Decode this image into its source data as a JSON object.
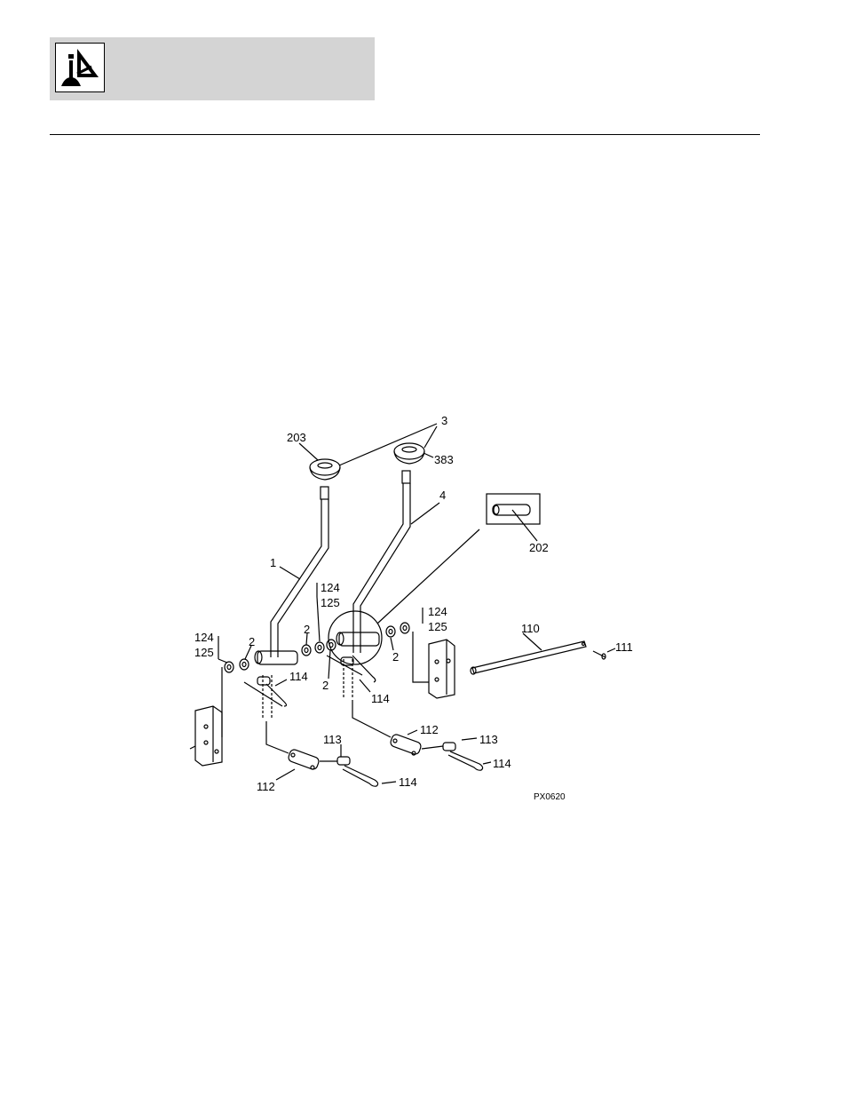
{
  "header": {
    "icon": "joystick-control-icon",
    "band_color": "#d4d4d4"
  },
  "diagram": {
    "figure_code": "PX0620",
    "callouts": {
      "c203": "203",
      "c3": "3",
      "c383": "383",
      "c4": "4",
      "c202": "202",
      "c1": "1",
      "c124a": "124",
      "c125a": "125",
      "c124b": "124",
      "c125b": "125",
      "c2a": "2",
      "c2b": "2",
      "c2c": "2",
      "c2d": "2",
      "c124c": "124",
      "c125c": "125",
      "c110": "110",
      "c111": "111",
      "c114a": "114",
      "c114b": "114",
      "c112a": "112",
      "c113a": "113",
      "c113b": "113",
      "c114c": "114",
      "c112b": "112",
      "c114d": "114"
    }
  }
}
